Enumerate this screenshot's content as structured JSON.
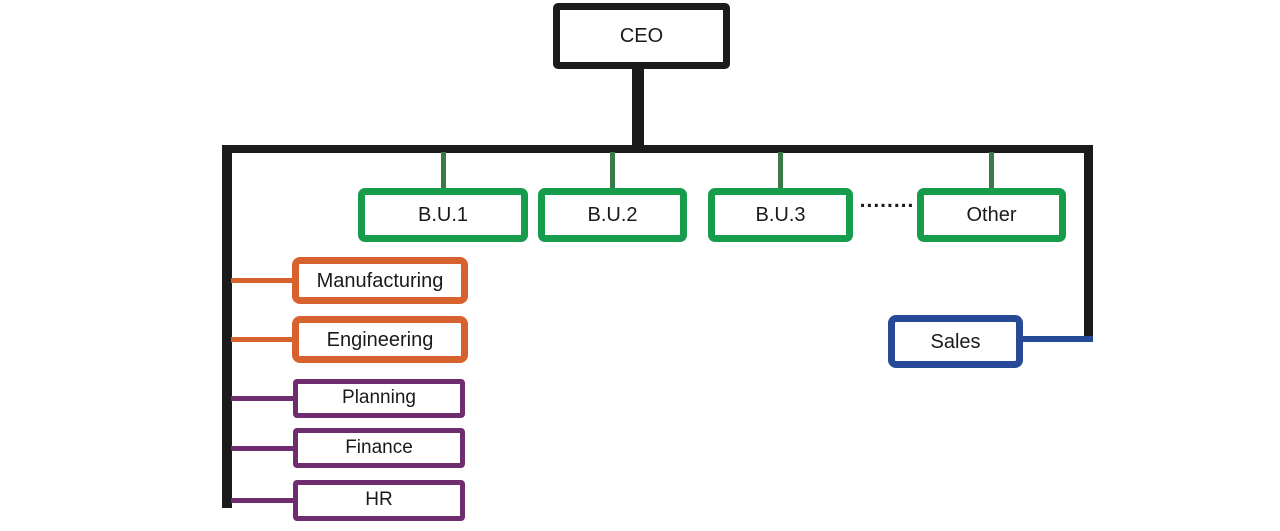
{
  "nodes": {
    "ceo": "CEO",
    "bu1": "B.U.1",
    "bu2": "B.U.2",
    "bu3": "B.U.3",
    "other": "Other",
    "ellipsis": "........",
    "manufacturing": "Manufacturing",
    "engineering": "Engineering",
    "planning": "Planning",
    "finance": "Finance",
    "hr": "HR",
    "sales": "Sales"
  },
  "colors": {
    "black": "#1b1b1b",
    "green": "#179c4b",
    "green_stub": "#3b7a47",
    "orange": "#d8622d",
    "purple": "#6f2d6f",
    "blue": "#264a96"
  }
}
